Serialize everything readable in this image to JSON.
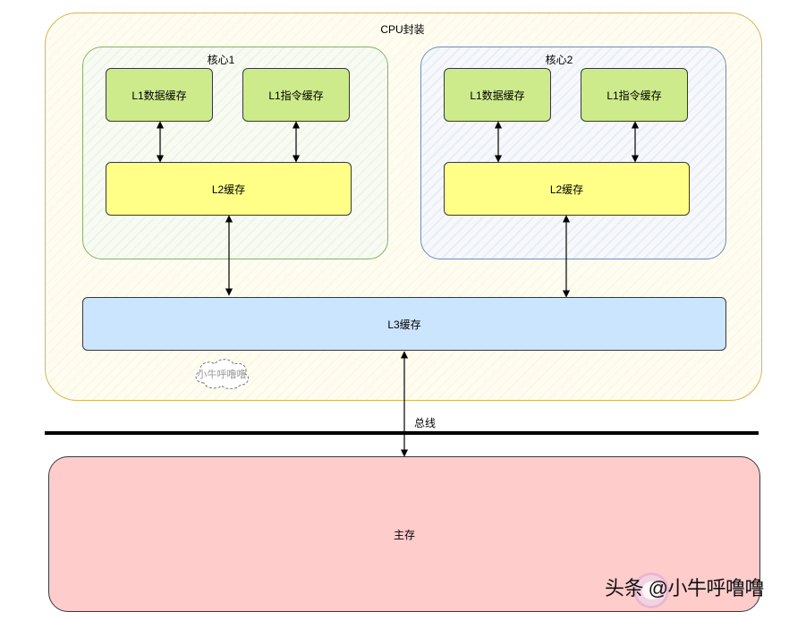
{
  "package": {
    "label": "CPU封装"
  },
  "core1": {
    "label": "核心1",
    "l1_data": "L1数据缓存",
    "l1_inst": "L1指令缓存",
    "l2": "L2缓存"
  },
  "core2": {
    "label": "核心2",
    "l1_data": "L1数据缓存",
    "l1_inst": "L1指令缓存",
    "l2": "L2缓存"
  },
  "l3": {
    "label": "L3缓存"
  },
  "bus": {
    "label": "总线"
  },
  "memory": {
    "label": "主存"
  },
  "cloud_watermark": {
    "label": "小牛呼噜噜"
  },
  "corner_watermark": {
    "label": "头条 @小牛呼噜噜"
  },
  "colors": {
    "package_border": "#d6b656",
    "core1_border": "#82b366",
    "core2_border": "#6c8ebf",
    "l1_fill": "#cdeb8b",
    "l2_fill": "#ffff88",
    "l3_fill": "#cce5ff",
    "memory_fill": "#ffcccc"
  }
}
